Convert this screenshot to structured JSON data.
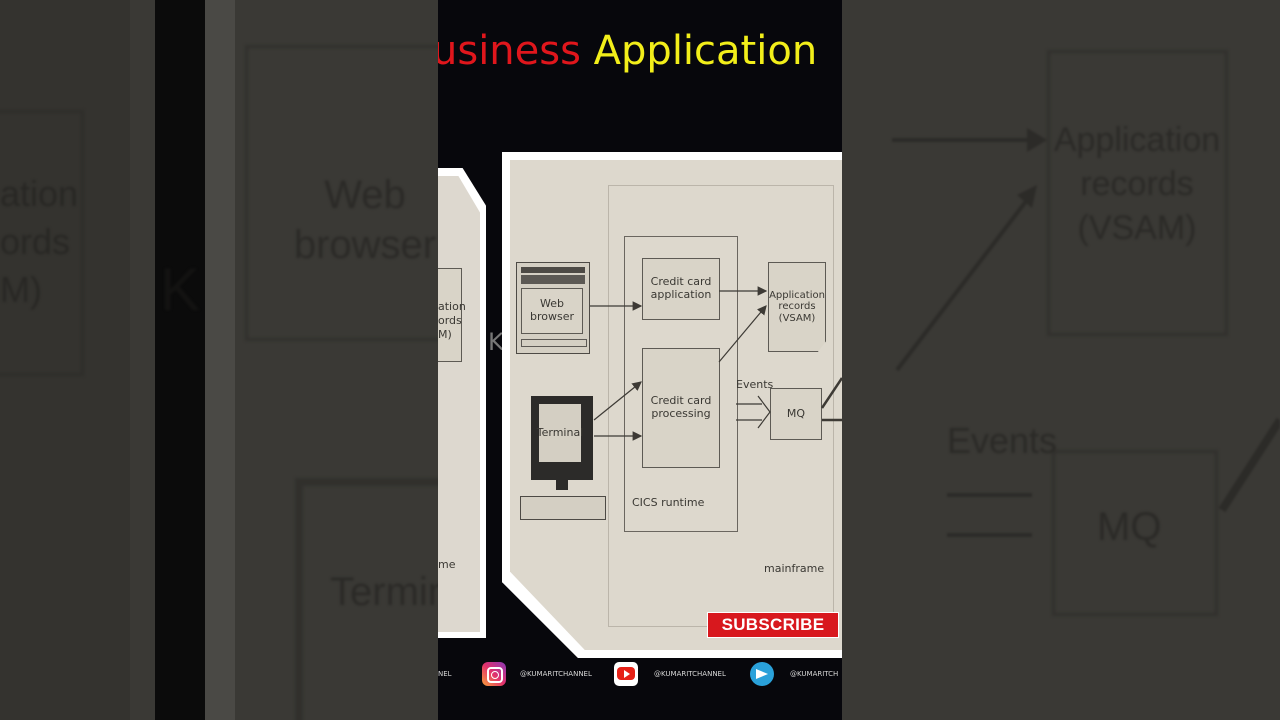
{
  "video": {
    "title_part1": "usiness",
    "title_part2": "Application"
  },
  "diagram": {
    "web_browser": "Web browser",
    "terminal": "Terminal",
    "credit_card_application": "Credit card application",
    "credit_card_processing": "Credit card processing",
    "application_records": "Application records (VSAM)",
    "events": "Events",
    "mq": "MQ",
    "cics_runtime": "CICS runtime",
    "mainframe": "mainframe",
    "back_records_partial": "ation ords M)",
    "back_terminal_partial": "me",
    "back_k": "K"
  },
  "overlay": {
    "subscribe_label": "SUBSCRIBE"
  },
  "social": {
    "handle_left": "NEL",
    "instagram_handle": "@KUMARITCHANNEL",
    "youtube_handle": "@KUMARITCHANNEL",
    "telegram_handle": "@KUMARITCH",
    "icons": [
      "instagram-icon",
      "youtube-icon",
      "telegram-icon"
    ]
  },
  "background_left": {
    "records": "ation ords M)",
    "web_browser": "Web browser",
    "terminal": "Termina",
    "k": "K"
  },
  "background_right": {
    "application_records": "Application records (VSAM)",
    "events": "Events",
    "mq": "MQ"
  },
  "colors": {
    "title_red": "#e0161c",
    "title_yellow": "#f2ee1a",
    "subscribe_red": "#d8181e",
    "panel": "#ddd8cd"
  }
}
